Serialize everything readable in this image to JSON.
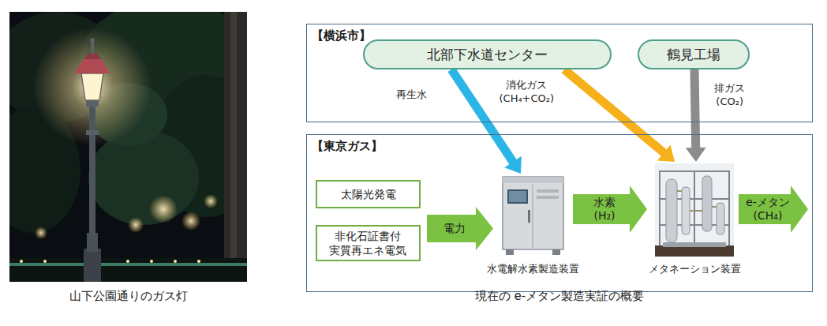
{
  "diagram": {
    "caption": "現在の e-メタン製造実証の概要",
    "nodes": [
      {
        "text": [
          "【横浜市】"
        ]
      },
      {
        "text": [
          "北部下水道センター"
        ],
        "in": 0
      },
      {
        "text": [
          "鶴見工場"
        ],
        "in": 0
      },
      {
        "text": [
          "【東京ガス】"
        ]
      },
      {
        "text": [
          "太陽光発電"
        ],
        "in": 3
      },
      {
        "text": [
          "非化石証書付 実質再エネ電気"
        ],
        "in": 3
      },
      {
        "text": [
          "電力"
        ],
        "in": 3
      },
      {
        "text": [
          "水電解水素製造装置"
        ],
        "in": 3
      },
      {
        "text": [
          "水素 (H₂)"
        ],
        "in": 3
      },
      {
        "text": [
          "メタネーション装置"
        ],
        "in": 3
      },
      {
        "text": [
          "e-メタン (CH₄)"
        ],
        "in": 3
      }
    ],
    "edges": [
      {
        "from": 1,
        "to": 7,
        "label": "再生水",
        "arrow": "to"
      },
      {
        "from": 1,
        "to": 9,
        "label": "消化ガス (CH₄+CO₂)",
        "arrow": "to"
      },
      {
        "from": 2,
        "to": 9,
        "label": "排ガス (CO₂)",
        "arrow": "to"
      }
    ],
    "labels": [
      "山下公園通りのガス灯"
    ]
  }
}
